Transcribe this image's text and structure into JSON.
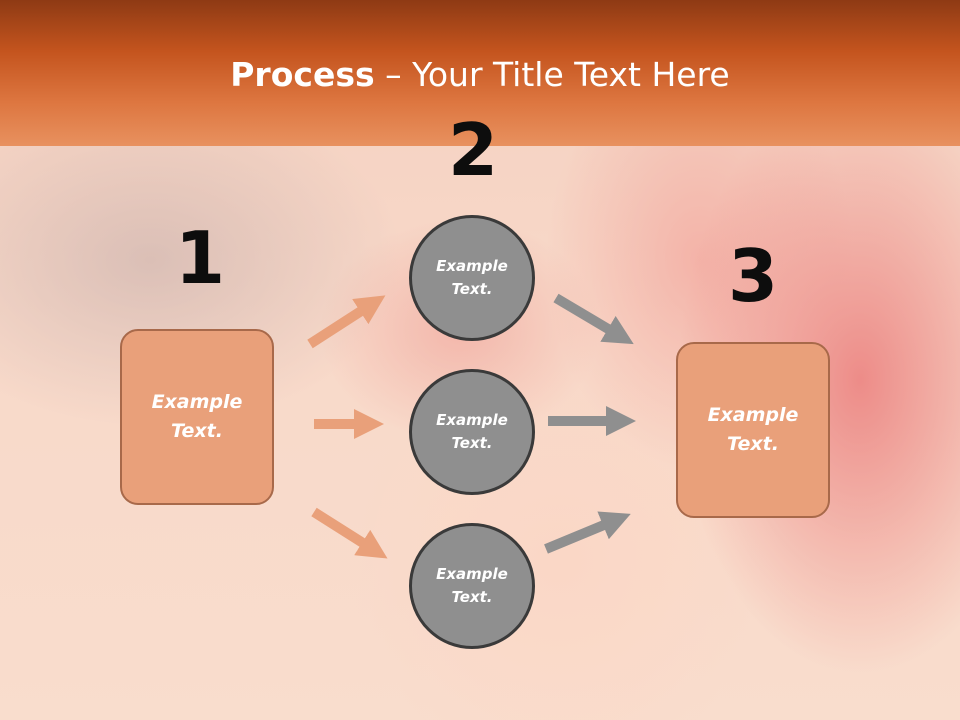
{
  "header": {
    "title_bold": "Process",
    "title_rest": " – Your Title Text Here"
  },
  "steps": {
    "one": "1",
    "two": "2",
    "three": "3"
  },
  "boxes": {
    "left": "Example\nText.",
    "right": "Example\nText."
  },
  "circles": {
    "top": "Example\nText.",
    "middle": "Example\nText.",
    "bottom": "Example\nText."
  },
  "colors": {
    "header": "#c4541e",
    "box_fill": "#e9a07a",
    "box_border": "#a8694a",
    "circle_fill": "#8f8f8f",
    "circle_border": "#3a3a3a",
    "arrow_orange": "#e9a07a",
    "arrow_gray": "#8f8f8f"
  }
}
